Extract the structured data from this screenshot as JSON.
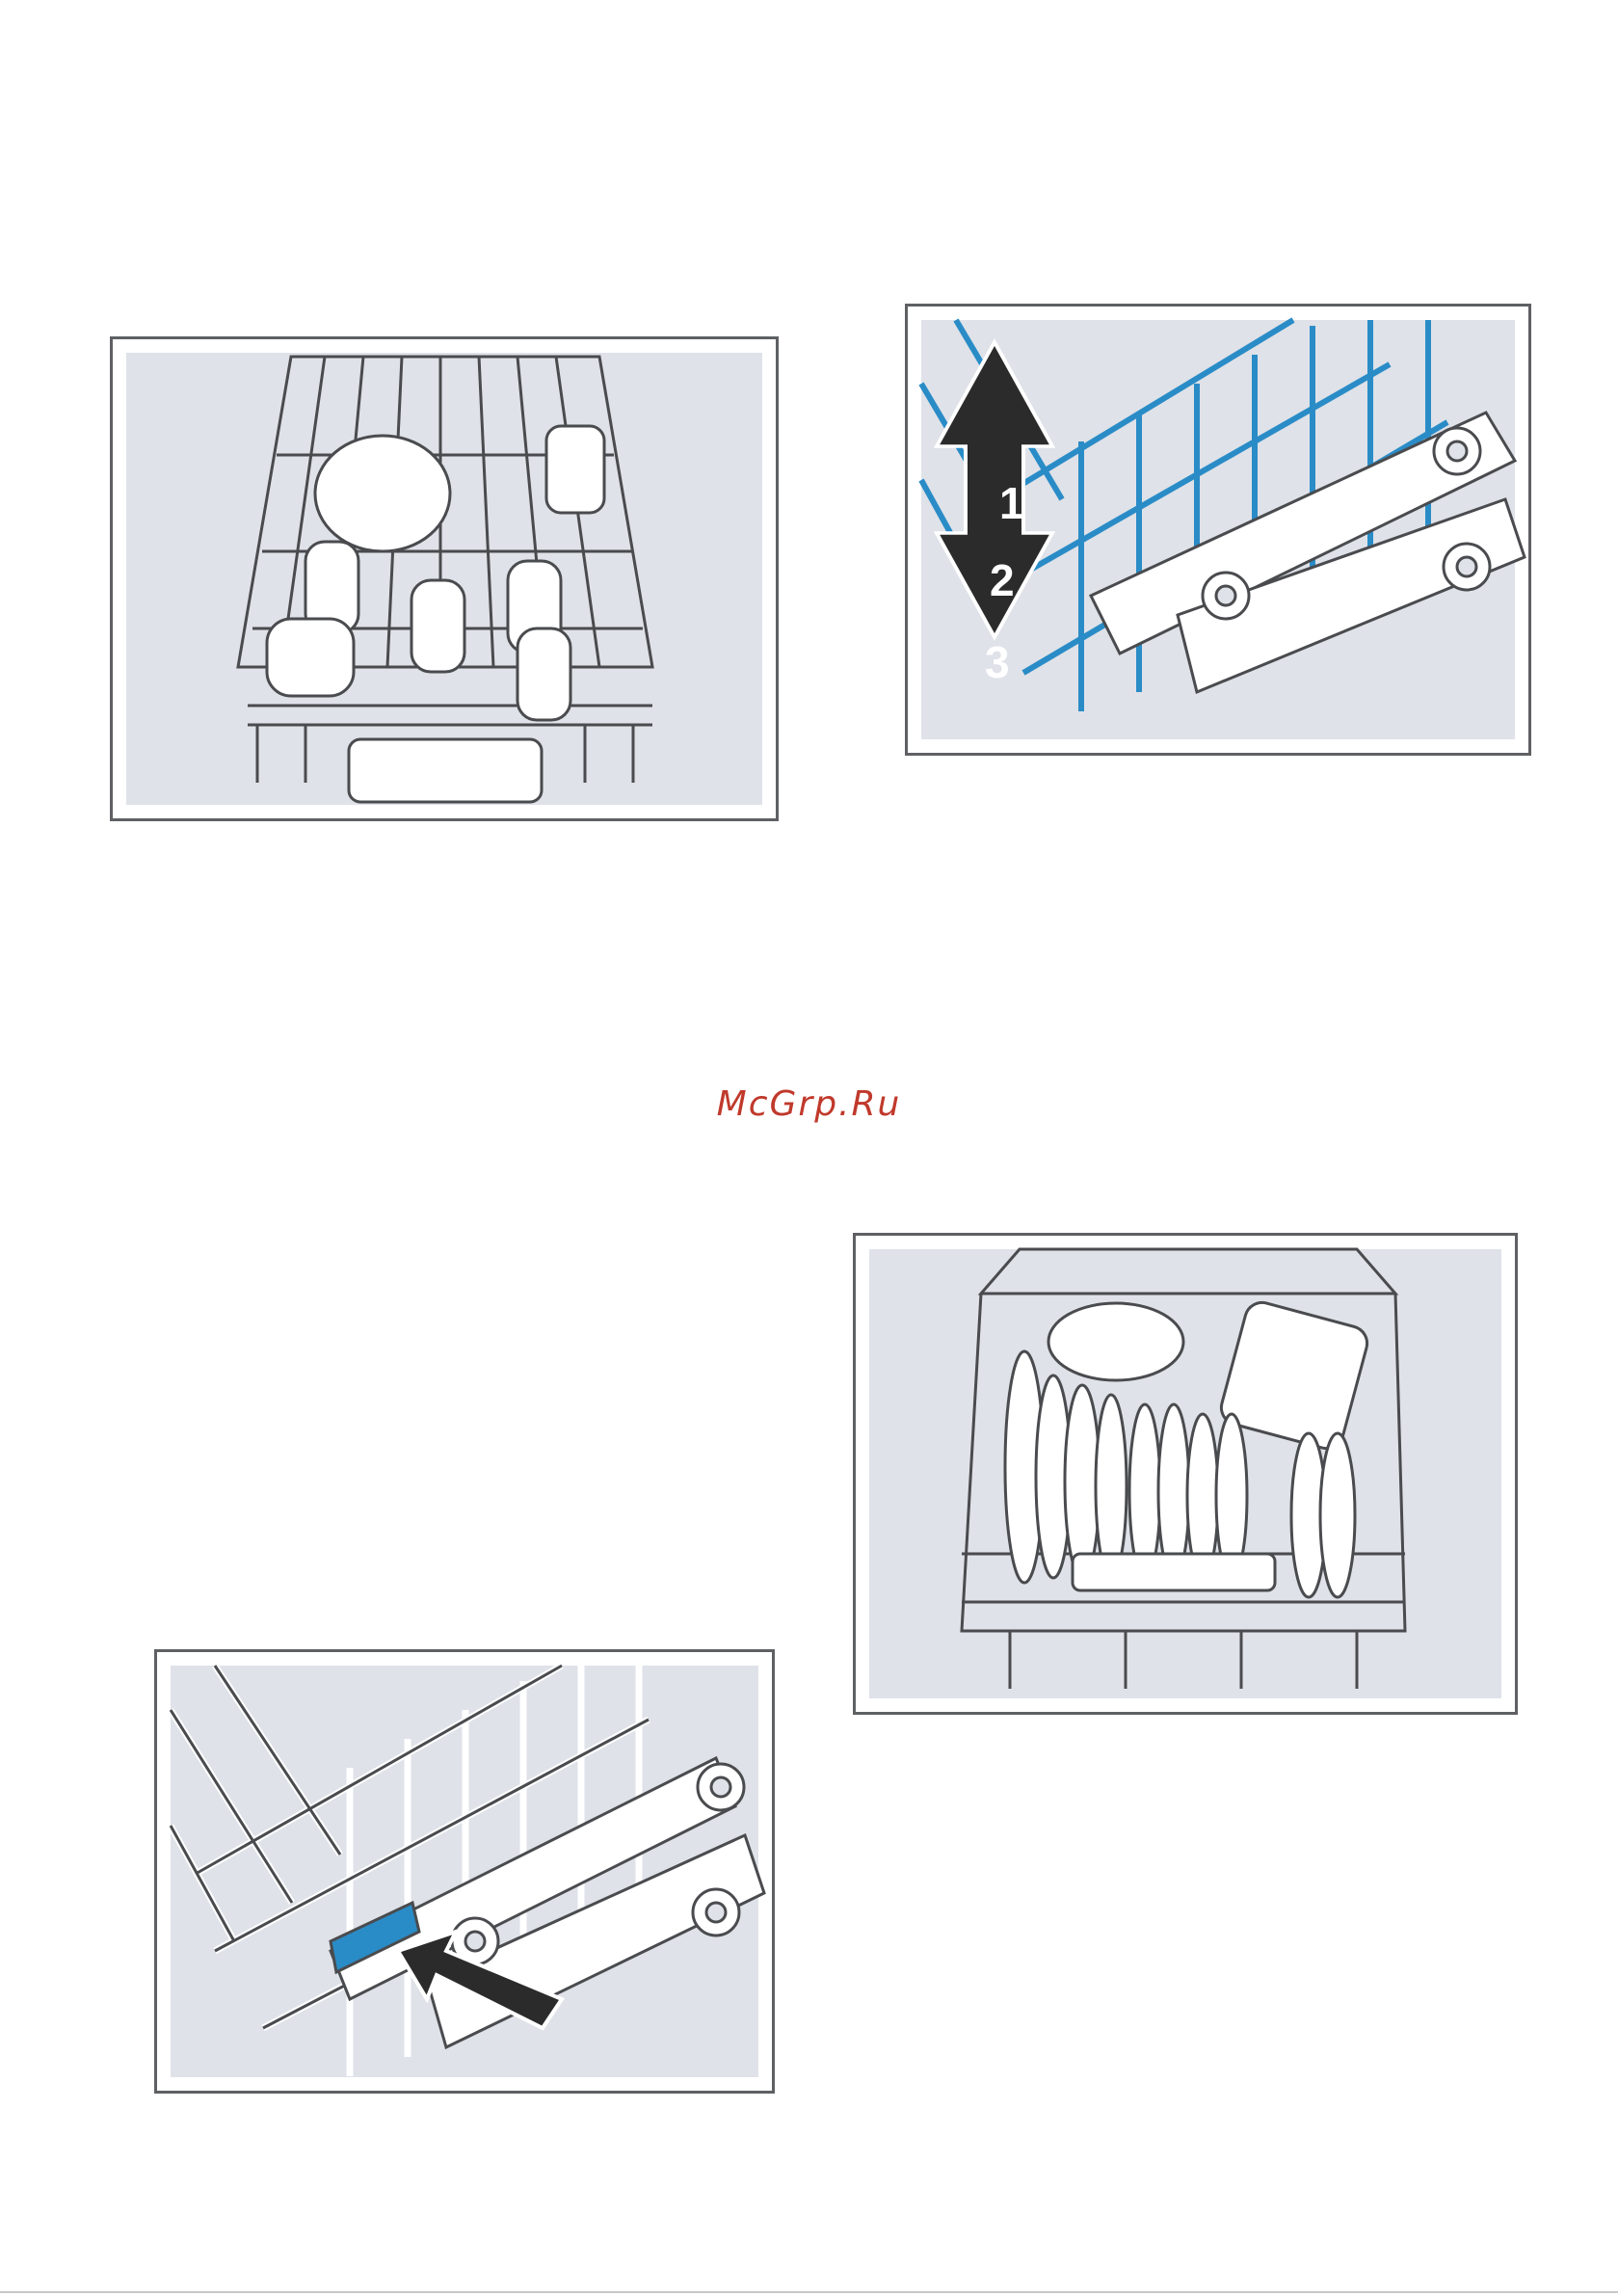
{
  "watermark": {
    "text": "McGrp.Ru",
    "color": "#c0392b"
  },
  "figures": [
    {
      "id": "fig-upper-basket-loaded",
      "icon": "upper-basket-with-cups-icon"
    },
    {
      "id": "fig-basket-height-levels",
      "icon": "rackmatic-adjust-icon",
      "levels": [
        "1",
        "2",
        "3"
      ]
    },
    {
      "id": "fig-press-release-lever",
      "icon": "press-lever-icon"
    },
    {
      "id": "fig-lower-basket-loaded",
      "icon": "lower-basket-with-plates-icon"
    }
  ],
  "colors": {
    "panel": "#dfe2e8",
    "wire": "#4a4b4e",
    "accent_blue": "#2a8cc7",
    "frame": "#5f6063"
  }
}
